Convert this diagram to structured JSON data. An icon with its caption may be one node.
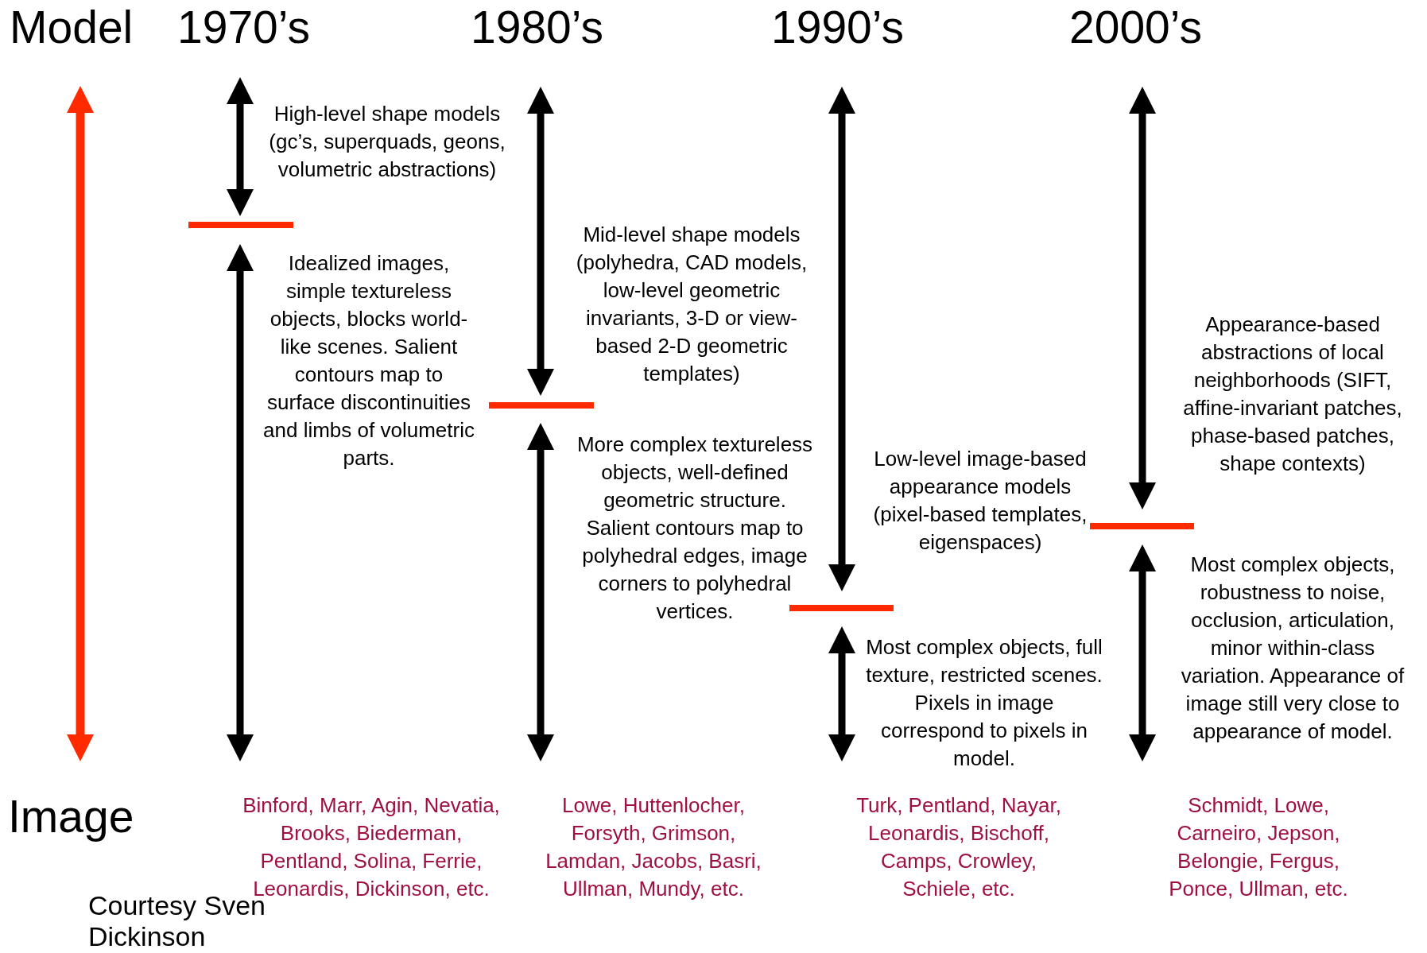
{
  "diagram": {
    "labels": [
      "Model",
      "1970’s",
      "1980’s",
      "1990’s",
      "2000’s",
      "High-level shape models (gc’s, superquads, geons, volumetric abstractions)",
      "Idealized images, simple textureless objects, blocks world-like scenes. Salient contours map to surface discontinuities and limbs of volumetric parts.",
      "Mid-level shape models (polyhedra, CAD models, low-level geometric invariants, 3-D or view-based 2-D geometric templates)",
      "More complex textureless objects, well-defined geometric structure. Salient contours map to polyhedral edges, image corners to polyhedral vertices.",
      "Low-level image-based appearance models (pixel-based templates, eigenspaces)",
      "Most complex objects, full texture, restricted scenes. Pixels in image correspond to pixels in model.",
      "Appearance-based abstractions of local neighborhoods (SIFT, affine-invariant patches, phase-based patches, shape contexts)",
      "Most complex objects, robustness to noise, occlusion, articulation, minor within-class variation. Appearance of image still very close to appearance of model.",
      "Image",
      "Binford, Marr, Agin, Nevatia, Brooks, Biederman, Pentland, Solina, Ferrie, Leonardis, Dickinson, etc.",
      "Lowe, Huttenlocher, Forsyth, Grimson, Lamdan, Jacobs, Basri, Ullman, Mundy, etc.",
      "Turk, Pentland, Nayar, Leonardis, Bischoff, Camps, Crowley, Schiele, etc.",
      "Schmidt, Lowe, Carneiro, Jepson, Belongie, Fergus, Ponce, Ullman, etc.",
      "Courtesy Sven Dickinson"
    ]
  }
}
